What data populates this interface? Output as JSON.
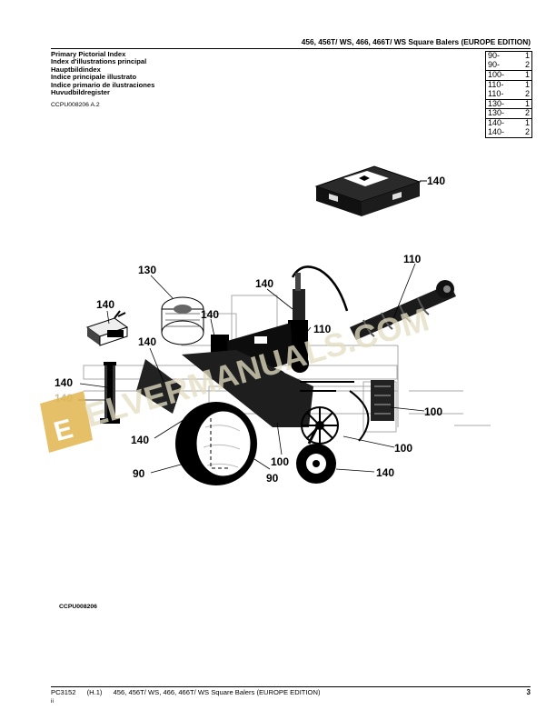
{
  "header": {
    "title": "456, 456T/ WS, 466, 466T/ WS Square Balers (EUROPE EDITION)"
  },
  "index_titles": [
    "Primary Pictorial Index",
    "Index d'illustrations principal",
    "Hauptbildindex",
    "Indice principale illustrato",
    "Indice primario de ilustraciones",
    "Huvudbildregister"
  ],
  "doc_ref": "CCPU008206 A.2",
  "index_table": [
    {
      "page": "90-",
      "sec": "1"
    },
    {
      "page": "90-",
      "sec": "2"
    },
    {
      "page": "100-",
      "sec": "1"
    },
    {
      "page": "110-",
      "sec": "1"
    },
    {
      "page": "110-",
      "sec": "2"
    },
    {
      "page": "130-",
      "sec": "1"
    },
    {
      "page": "130-",
      "sec": "2"
    },
    {
      "page": "140-",
      "sec": "1"
    },
    {
      "page": "140-",
      "sec": "2"
    }
  ],
  "callouts": {
    "c140_manual": "140",
    "c110_top": "110",
    "c130": "130",
    "c140_a": "140",
    "c140_b": "140",
    "c140_c": "140",
    "c140_d": "140",
    "c140_e": "140",
    "c140_f": "140",
    "c140_g": "140",
    "c110_mid": "110",
    "c100_a": "100",
    "c100_b": "100",
    "c100_c": "100",
    "c90_a": "90",
    "c90_b": "90",
    "c140_h": "140"
  },
  "watermark": {
    "text": "ELVERMANUALS.COM",
    "letter": "E"
  },
  "figure_id": "CCPU008206",
  "footer": {
    "code": "PC3152",
    "rev": "(H.1)",
    "title": "456, 456T/ WS, 466, 466T/ WS Square Balers (EUROPE EDITION)",
    "sub": "ii",
    "page": "3"
  }
}
